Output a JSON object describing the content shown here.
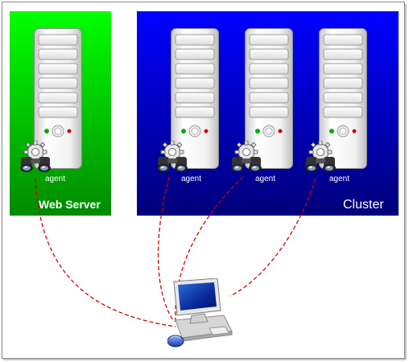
{
  "groups": {
    "web_server_label": "Web Server",
    "cluster_label": "Cluster"
  },
  "agents": [
    {
      "label": "agent",
      "icon": "gear-binoculars-icon"
    },
    {
      "label": "agent",
      "icon": "gear-binoculars-icon"
    },
    {
      "label": "agent",
      "icon": "gear-binoculars-icon"
    },
    {
      "label": "agent",
      "icon": "gear-binoculars-icon"
    }
  ],
  "servers": [
    {
      "icon": "server-tower-icon"
    },
    {
      "icon": "server-tower-icon"
    },
    {
      "icon": "server-tower-icon"
    },
    {
      "icon": "server-tower-icon"
    }
  ],
  "workstation": {
    "icon": "desktop-computer-icon"
  },
  "colors": {
    "web_server_green": "#00d800",
    "cluster_blue": "#0000c8",
    "connector_red": "#d40000"
  }
}
